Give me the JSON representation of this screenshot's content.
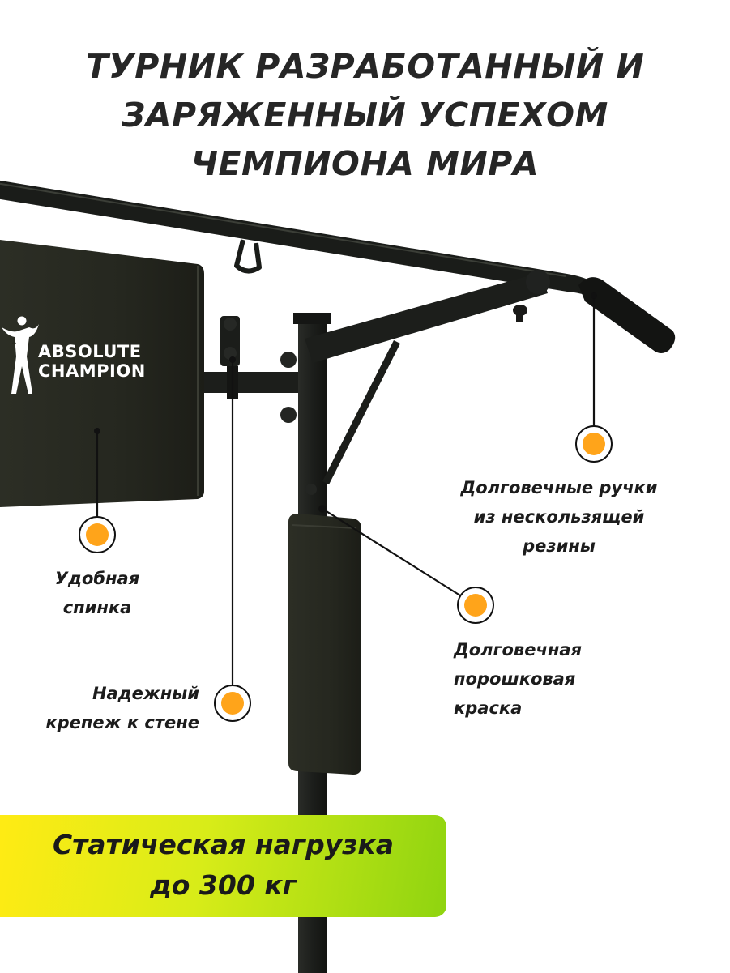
{
  "headline": {
    "line1": "ТУРНИК РАЗРАБОТАННЫЙ И",
    "line2": "ЗАРЯЖЕННЫЙ УСПЕХОМ",
    "line3": "ЧЕМПИОНА МИРА"
  },
  "logo": {
    "line1": "ABSOLUTE",
    "line2": "CHAMPION",
    "icon": "athlete-figure-icon"
  },
  "features": {
    "grips": {
      "line1": "Долговечные ручки",
      "line2": "из нескользящей",
      "line3": "резины"
    },
    "paint": {
      "line1": "Долговечная",
      "line2": "порошковая",
      "line3": "краска"
    },
    "back": {
      "line1": "Удобная",
      "line2": "спинка"
    },
    "mount": {
      "line1": "Надежный",
      "line2": "крепеж к стене"
    }
  },
  "banner": {
    "line1": "Статическая нагрузка",
    "line2": "до 300 кг"
  },
  "colors": {
    "marker": "#ffa41a",
    "frame": "#1b1d1a",
    "pad": "#26281f",
    "banner_start": "#ffeb14",
    "banner_end": "#8fd410",
    "text": "#262626"
  }
}
